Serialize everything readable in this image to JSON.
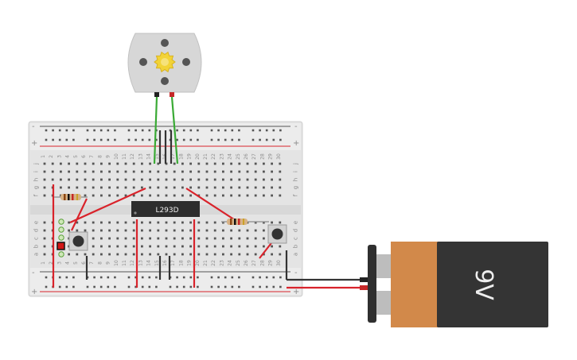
{
  "chip": {
    "label": "L293D"
  },
  "battery": {
    "label": "9V"
  },
  "breadboard": {
    "columns": [
      "1",
      "2",
      "3",
      "4",
      "5",
      "6",
      "7",
      "8",
      "9",
      "10",
      "11",
      "12",
      "13",
      "14",
      "15",
      "16",
      "17",
      "18",
      "19",
      "20",
      "21",
      "22",
      "23",
      "24",
      "25",
      "26",
      "27",
      "28",
      "29",
      "30"
    ],
    "rows_top": [
      "j",
      "i",
      "h",
      "g",
      "f"
    ],
    "rows_bottom": [
      "e",
      "d",
      "c",
      "b",
      "a"
    ],
    "rail_plus": "+",
    "rail_minus": "-"
  },
  "colors": {
    "wire_red": "#d9232b",
    "wire_black": "#333333",
    "wire_green": "#3aaa35",
    "battery_orange": "#d2894a",
    "battery_dark": "#343434",
    "motor_body": "#d7d7d7",
    "motor_gear": "#f2d337",
    "led": "#d21616"
  }
}
